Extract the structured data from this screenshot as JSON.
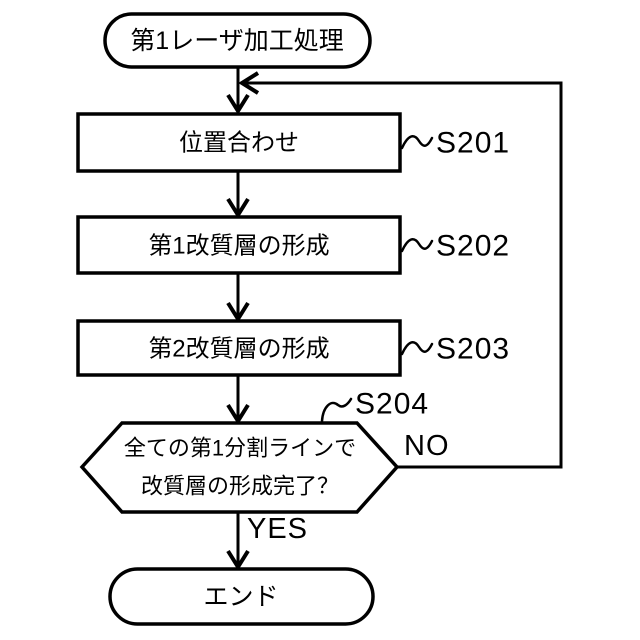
{
  "diagram": {
    "type": "flowchart",
    "colors": {
      "background": "#ffffff",
      "line": "#000000",
      "node_fill": "#ffffff",
      "text": "#000000"
    },
    "nodes": {
      "start": {
        "shape": "terminal",
        "label": "第1レーザ加工処理"
      },
      "align": {
        "shape": "process",
        "label": "位置合わせ",
        "step": "S201"
      },
      "layer1": {
        "shape": "process",
        "label": "第1改質層の形成",
        "step": "S202"
      },
      "layer2": {
        "shape": "process",
        "label": "第2改質層の形成",
        "step": "S203"
      },
      "decision": {
        "shape": "decision-hexagon",
        "label_line1": "全ての第1分割ラインで",
        "label_line2": "改質層の形成完了？",
        "step": "S204"
      },
      "end": {
        "shape": "terminal",
        "label": "エンド"
      }
    },
    "branches": {
      "yes_label": "YES",
      "no_label": "NO"
    }
  }
}
